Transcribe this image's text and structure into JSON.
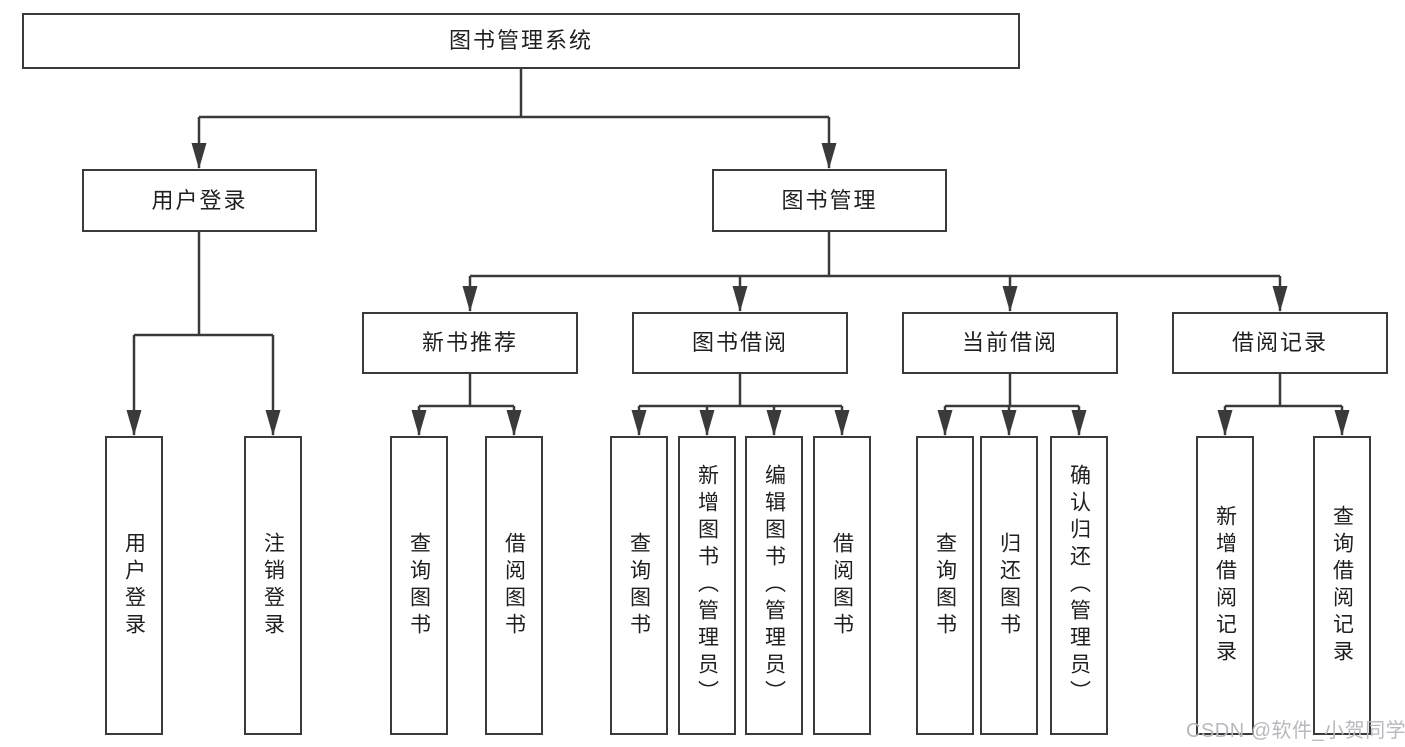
{
  "diagram": {
    "type": "tree",
    "root": {
      "label": "图书管理系统"
    },
    "branches": [
      {
        "label": "用户登录",
        "children": [
          {
            "label": "用户登录"
          },
          {
            "label": "注销登录"
          }
        ]
      },
      {
        "label": "图书管理",
        "children": [
          {
            "label": "新书推荐",
            "children": [
              {
                "label": "查询图书"
              },
              {
                "label": "借阅图书"
              }
            ]
          },
          {
            "label": "图书借阅",
            "children": [
              {
                "label": "查询图书"
              },
              {
                "label": "新增图书（管理员）"
              },
              {
                "label": "编辑图书（管理员）"
              },
              {
                "label": "借阅图书"
              }
            ]
          },
          {
            "label": "当前借阅",
            "children": [
              {
                "label": "查询图书"
              },
              {
                "label": "归还图书"
              },
              {
                "label": "确认归还（管理员）"
              }
            ]
          },
          {
            "label": "借阅记录",
            "children": [
              {
                "label": "新增借阅记录"
              },
              {
                "label": "查询借阅记录"
              }
            ]
          }
        ]
      }
    ]
  },
  "colors": {
    "line": "#3a3a3a",
    "border": "#3a3a3a",
    "text": "#1f1f1f",
    "watermark": "#b6b9bd",
    "background": "#ffffff"
  },
  "watermark": {
    "text": "CSDN @软件_小贺同学"
  }
}
